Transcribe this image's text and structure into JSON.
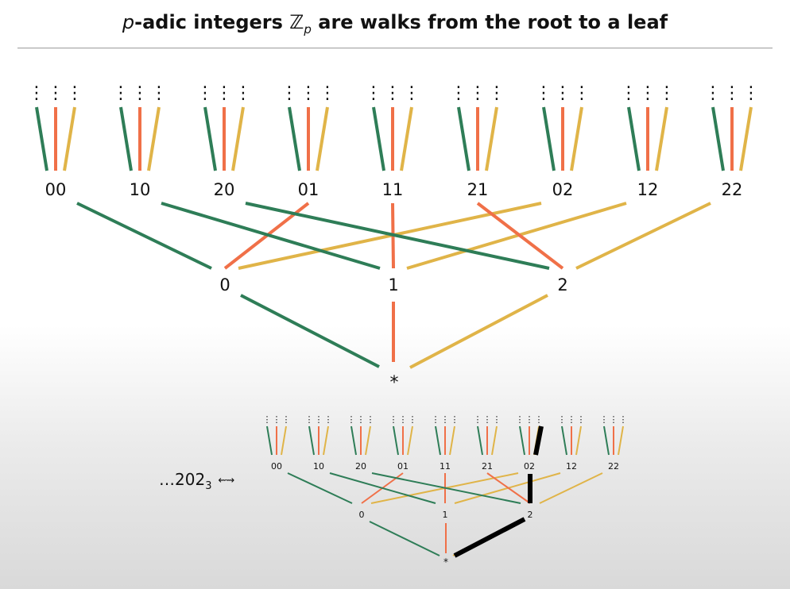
{
  "title": {
    "var": "p",
    "text": "-adic integers ℤ",
    "sub": "p",
    "rest": " are walks from the root to a leaf"
  },
  "colors": {
    "digit0": "#2e7d57",
    "digit1": "#f07048",
    "digit2": "#e0b448",
    "path": "#000000"
  },
  "tree": {
    "root": "*",
    "level1": [
      "0",
      "1",
      "2"
    ],
    "level2": [
      "00",
      "10",
      "20",
      "01",
      "11",
      "21",
      "02",
      "12",
      "22"
    ],
    "continuation": "⋮"
  },
  "example": {
    "value": "…202",
    "base": "3",
    "arrow": "⇜⇝",
    "highlight_path": [
      "2",
      "02",
      "202"
    ]
  }
}
